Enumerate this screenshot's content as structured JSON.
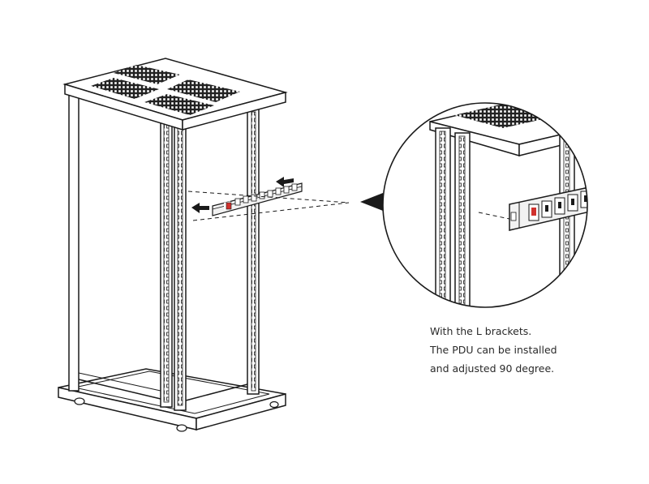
{
  "caption": {
    "lines": [
      "With the L brackets.",
      "The PDU can be installed",
      "and adjusted 90 degree."
    ]
  },
  "colors": {
    "outline": "#1a1a1a",
    "rack_fill": "#ffffff",
    "pdu_fill": "#f2f2f2",
    "switch_red": "#d0312d"
  },
  "icons": {
    "arrow_left": "arrow-left-icon",
    "magnifier_pointer": "zoom-pointer-icon"
  }
}
